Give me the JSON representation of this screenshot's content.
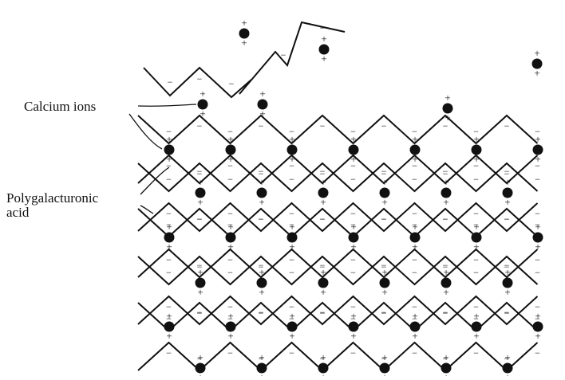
{
  "labels": {
    "calcium": "Calcium ions",
    "polymer_line1": "Polygalacturonic",
    "polymer_line2": "acid"
  },
  "symbols": {
    "positive": "+",
    "negative": "−"
  },
  "colors": {
    "ink": "#111111",
    "background": "#ffffff"
  }
}
